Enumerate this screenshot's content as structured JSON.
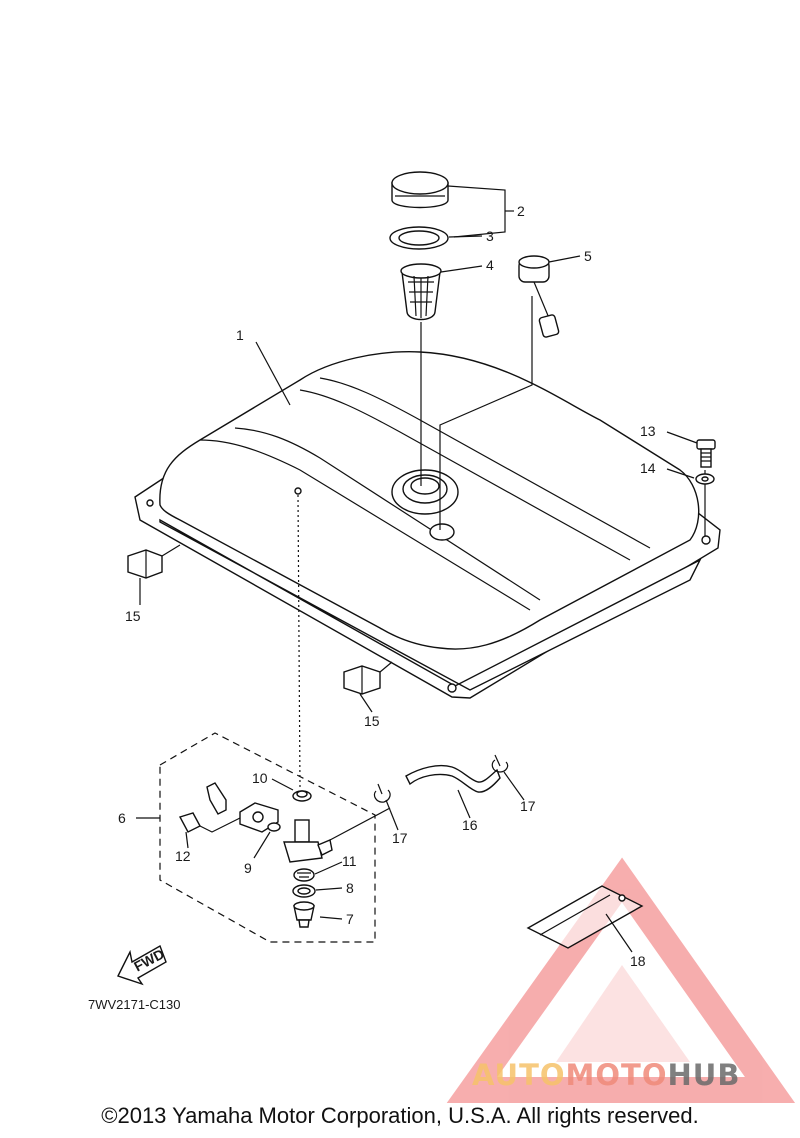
{
  "callouts": {
    "c1": "1",
    "c2": "2",
    "c3": "3",
    "c4": "4",
    "c5": "5",
    "c6": "6",
    "c7": "7",
    "c8": "8",
    "c9": "9",
    "c10": "10",
    "c11": "11",
    "c12": "12",
    "c13": "13",
    "c14": "14",
    "c15a": "15",
    "c15b": "15",
    "c16": "16",
    "c17a": "17",
    "c17b": "17",
    "c18": "18"
  },
  "fwd_label": "FWD",
  "diagram_code": "7WV2171-C130",
  "copyright": "©2013 Yamaha Motor Corporation, U.S.A. All rights reserved.",
  "watermark": {
    "part1": "AUTO",
    "part2": "MOTO",
    "part3": "HUB",
    "colors": {
      "auto": "#f6c36a",
      "moto": "#f08a7a",
      "hub": "#6b6b6b",
      "triangle": "#f06b6b"
    }
  }
}
